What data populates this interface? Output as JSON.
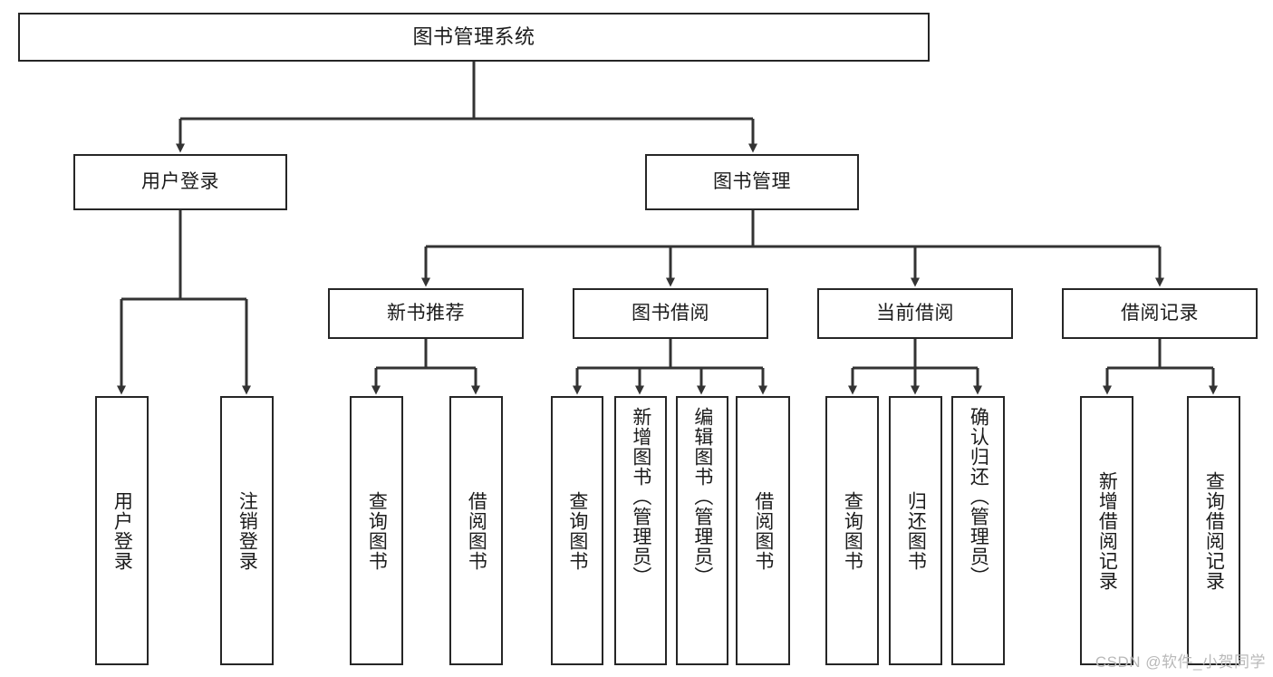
{
  "diagram": {
    "title": "图书管理系统",
    "type": "tree",
    "colors": {
      "box_border": "#262626",
      "box_fill": "#ffffff",
      "connector": "#333333",
      "text": "#1b1b1b",
      "watermark": "#b9b9b9",
      "background": "#ffffff"
    },
    "root": {
      "label": "图书管理系统",
      "orientation": "horizontal"
    },
    "level1": [
      {
        "label": "用户登录",
        "orientation": "horizontal"
      },
      {
        "label": "图书管理",
        "orientation": "horizontal"
      }
    ],
    "level2": [
      {
        "label": "新书推荐",
        "orientation": "horizontal"
      },
      {
        "label": "图书借阅",
        "orientation": "horizontal"
      },
      {
        "label": "当前借阅",
        "orientation": "horizontal"
      },
      {
        "label": "借阅记录",
        "orientation": "horizontal"
      }
    ],
    "leaves": {
      "user_login": [
        {
          "label": "用户登录",
          "orientation": "vertical"
        },
        {
          "label": "注销登录",
          "orientation": "vertical"
        }
      ],
      "new_book_recommend": [
        {
          "label": "查询图书",
          "orientation": "vertical"
        },
        {
          "label": "借阅图书",
          "orientation": "vertical"
        }
      ],
      "book_borrow": [
        {
          "label": "查询图书",
          "orientation": "vertical"
        },
        {
          "label": "新增图书（管理员）",
          "orientation": "vertical"
        },
        {
          "label": "编辑图书（管理员）",
          "orientation": "vertical"
        },
        {
          "label": "借阅图书",
          "orientation": "vertical"
        }
      ],
      "current_borrow": [
        {
          "label": "查询图书",
          "orientation": "vertical"
        },
        {
          "label": "归还图书",
          "orientation": "vertical"
        },
        {
          "label": "确认归还（管理员）",
          "orientation": "vertical"
        }
      ],
      "borrow_record": [
        {
          "label": "新增借阅记录",
          "orientation": "vertical"
        },
        {
          "label": "查询借阅记录",
          "orientation": "vertical"
        }
      ]
    }
  },
  "watermark": {
    "text": "CSDN @软件_小贺同学"
  }
}
